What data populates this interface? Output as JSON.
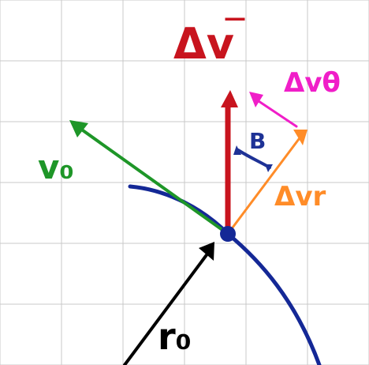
{
  "labels": {
    "delta_v": "Δv",
    "delta_v_theta": "Δvθ",
    "delta_v_r": "Δvr",
    "v_zero": "v₀",
    "r_zero": "r₀",
    "angle_beta": "B"
  },
  "colors": {
    "grid": "#c8c8c8",
    "delta_v": "#c8141e",
    "delta_v_theta": "#f01ec8",
    "delta_v_r": "#ff8c28",
    "v_zero": "#1e9628",
    "r_zero": "#000000",
    "trajectory": "#142896",
    "angle": "#1e3296"
  }
}
